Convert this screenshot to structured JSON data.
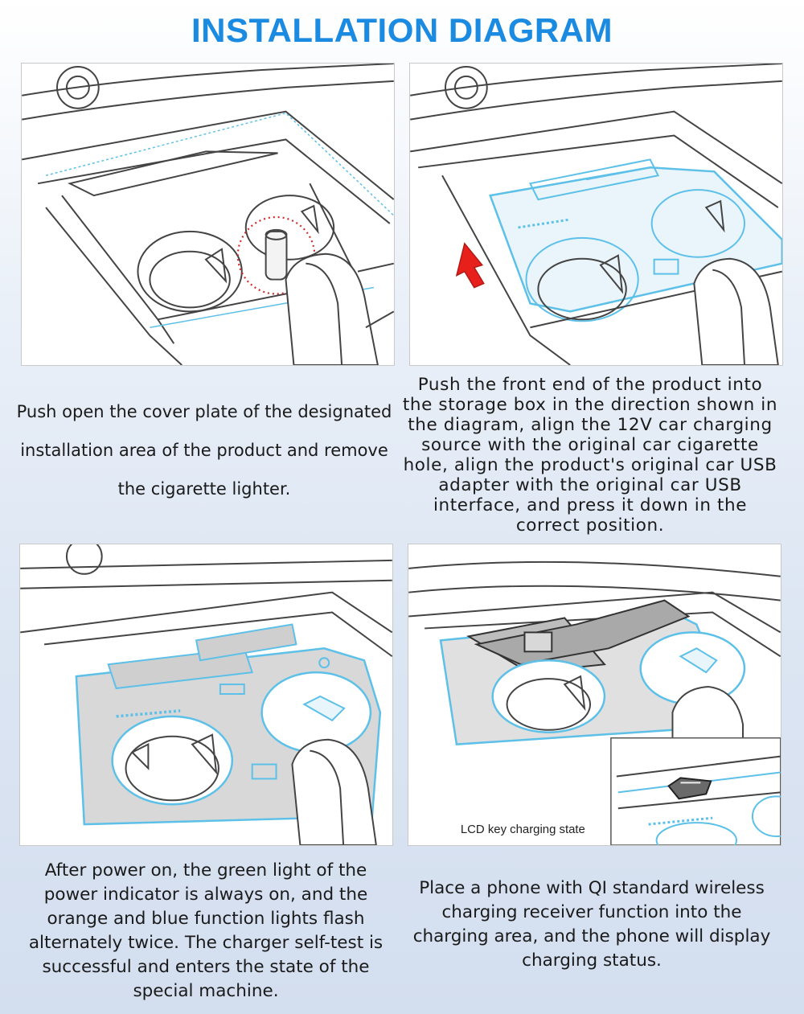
{
  "title": "INSTALLATION DIAGRAM",
  "colors": {
    "title": "#1a8be0",
    "outline": "#444444",
    "highlight": "#5cc0e8",
    "product_fill": "#d8d8d8",
    "arrow": "#e8201c",
    "dotted_circle": "#d02a2a"
  },
  "steps": [
    {
      "caption": "Push open the cover plate of the designated installation area of the product and remove the cigarette lighter."
    },
    {
      "caption": "Push the front end of the product into the storage box in the direction shown in the diagram, align the 12V car charging source with the original car cigarette hole, align the product's original car USB adapter with the original car USB interface, and press it down in the correct position."
    },
    {
      "caption": "After power on, the green light of the power indicator is always on, and the orange and blue function lights flash alternately twice. The charger self-test is successful and enters the state of the special machine."
    },
    {
      "caption": "Place a phone with QI standard wireless charging receiver function into the charging area, and the phone will display charging status.",
      "inset_label": "LCD key charging state"
    }
  ]
}
